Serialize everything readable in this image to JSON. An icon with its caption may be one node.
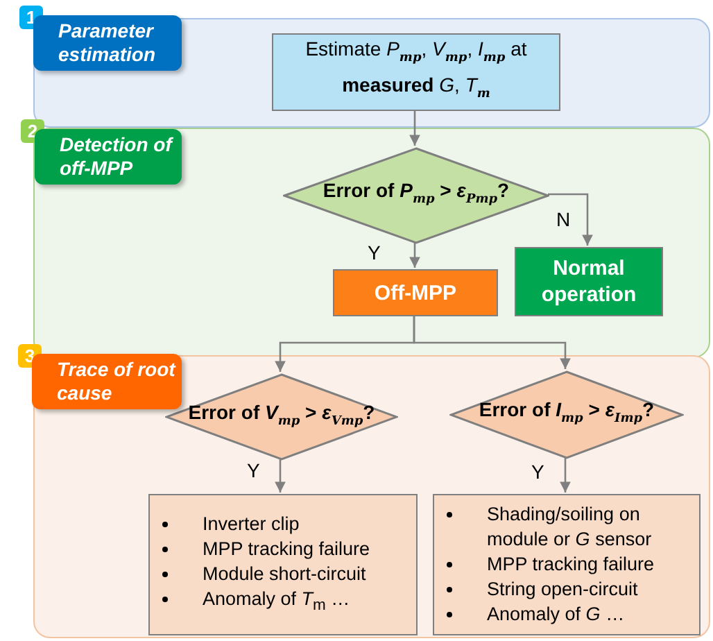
{
  "diagram": {
    "nodes": [
      {
        "text": [
          "1",
          "Parameter estimation"
        ]
      },
      {
        "text": [
          "Estimate *P*$_{mp}$, *V*$_{mp}$, *I*$_{mp}$ at **measured** *G*, *T*$_{m}$"
        ],
        "in": 0
      },
      {
        "text": [
          "2",
          "Detection of off-MPP"
        ]
      },
      {
        "text": [
          "Error of *P*$_{mp}$ > *ε*$_{Pmp}$?"
        ],
        "in": 2
      },
      {
        "text": [
          "Normal operation"
        ],
        "in": 2
      },
      {
        "text": [
          "Off-MPP"
        ],
        "in": 2
      },
      {
        "text": [
          "3",
          "Trace of root cause"
        ]
      },
      {
        "text": [
          "Error of *V*$_{mp}$ > *ε*$_{Vmp}$?"
        ],
        "in": 6
      },
      {
        "text": [
          "Error of *I*$_{mp}$ > *ε*$_{Imp}$?"
        ],
        "in": 6
      },
      {
        "text": [
          "Inverter clip",
          "MPP tracking failure",
          "Module short-circuit",
          "Anomaly of *T*$_{m}$ …"
        ],
        "in": 6
      },
      {
        "text": [
          "Shading/soiling on module or *G* sensor",
          "MPP tracking failure",
          "String open-circuit",
          "Anomaly of *G* …"
        ],
        "in": 6
      }
    ],
    "edges": [
      {
        "from": 1,
        "to": 3,
        "arrow": "to"
      },
      {
        "from": 3,
        "to": 5,
        "arrow": "to",
        "label": "Y"
      },
      {
        "from": 3,
        "to": 4,
        "arrow": "to",
        "label": "N"
      },
      {
        "from": 5,
        "to": 7,
        "arrow": "to"
      },
      {
        "from": 5,
        "to": 8,
        "arrow": "to"
      },
      {
        "from": 7,
        "to": 9,
        "arrow": "to",
        "label": "Y"
      },
      {
        "from": 8,
        "to": 10,
        "arrow": "to",
        "label": "Y"
      }
    ]
  }
}
